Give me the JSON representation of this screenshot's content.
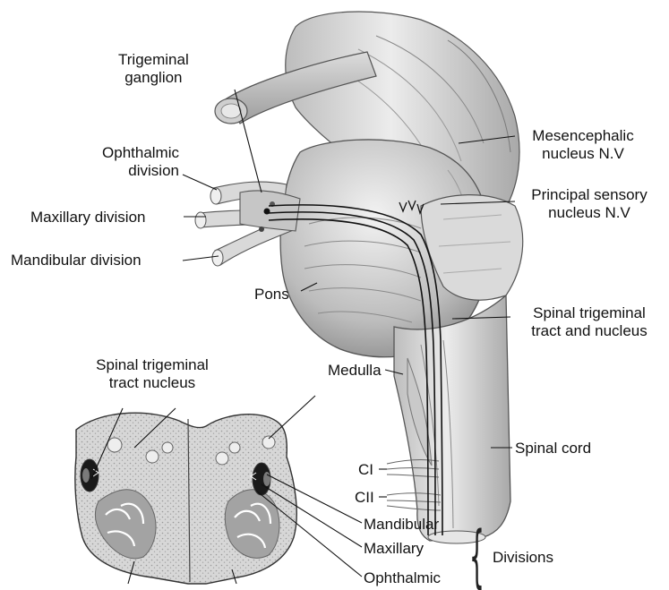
{
  "labels": {
    "trigeminal_ganglion": [
      "Trigeminal",
      "ganglion"
    ],
    "ophthalmic_division": [
      "Ophthalmic",
      "division"
    ],
    "maxillary_division": "Maxillary division",
    "mandibular_division": "Mandibular division",
    "pons": "Pons",
    "mesencephalic_nucleus": [
      "Mesencephalic",
      "nucleus N.V"
    ],
    "principal_sensory_nucleus": [
      "Principal sensory",
      "nucleus N.V"
    ],
    "spinal_trigeminal_tract_and_nucleus": [
      "Spinal trigeminal",
      "tract and nucleus"
    ],
    "medulla": "Medulla",
    "spinal_cord": "Spinal cord",
    "c1": "CI",
    "c2": "CII",
    "spinal_trigeminal_tract_nucleus": [
      "Spinal trigeminal",
      "tract nucleus"
    ],
    "mandibular": "Mandibular",
    "maxillary": "Maxillary",
    "ophthalmic": "Ophthalmic",
    "divisions": "Divisions"
  },
  "colors": {
    "ink": "#111111",
    "tissue_light": "#e9e9e9",
    "tissue_mid": "#c8c8c8",
    "tissue_dark": "#8c8c8c",
    "white_matter": "#ffffff",
    "grey_matter": "#9a9a9a",
    "nucleus_dark": "#1a1a1a"
  }
}
